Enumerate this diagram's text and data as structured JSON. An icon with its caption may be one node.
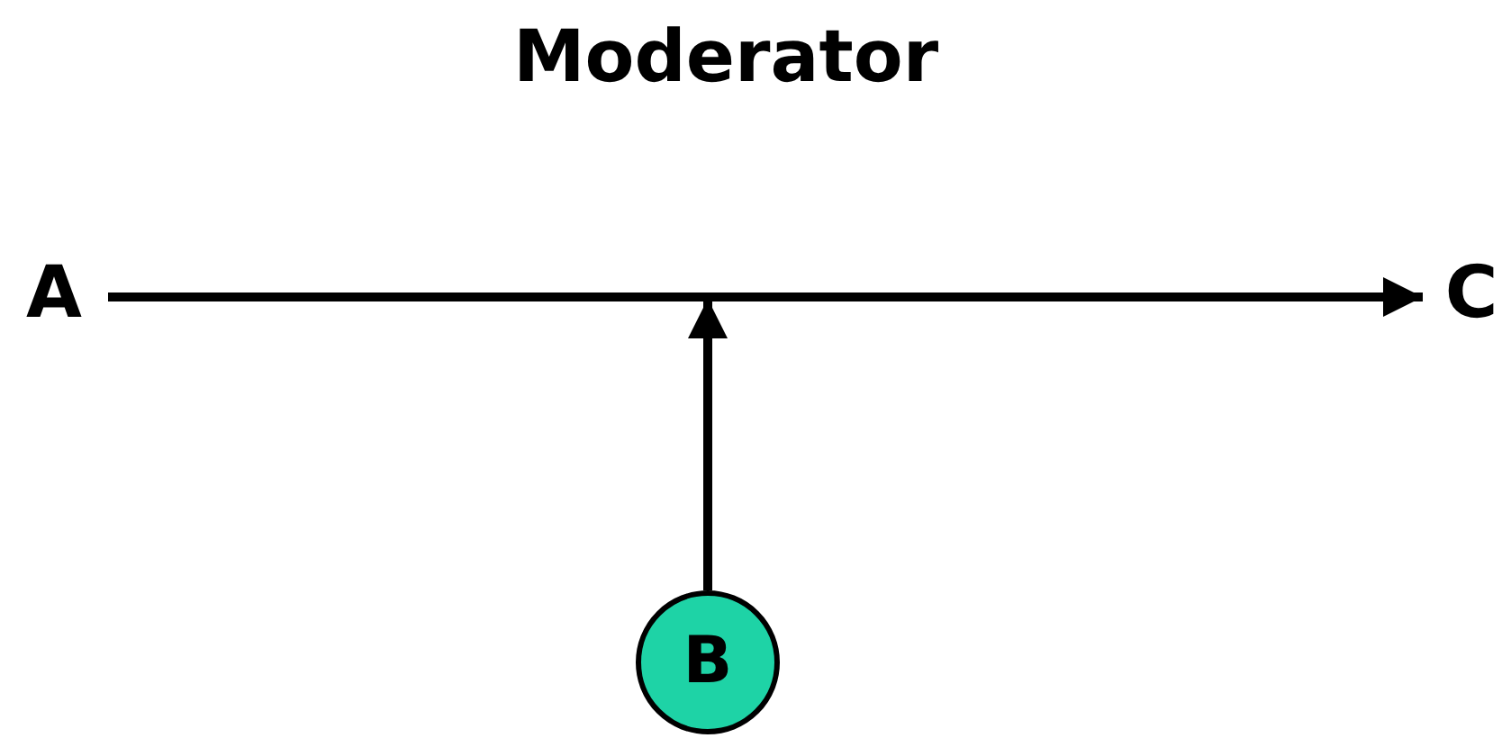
{
  "diagram": {
    "title": "Moderator",
    "nodes": [
      {
        "text": [
          "A"
        ]
      },
      {
        "text": [
          "C"
        ]
      },
      {
        "text": [
          "B"
        ]
      }
    ],
    "edges": [
      {
        "from": 0,
        "to": 1,
        "arrow": "to"
      },
      {
        "from": 2,
        "to": null,
        "arrow": "to"
      }
    ]
  }
}
